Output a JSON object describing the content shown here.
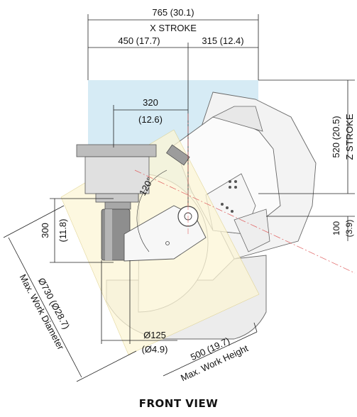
{
  "view_title": "FRONT VIEW",
  "dimensions": {
    "x_stroke_total": "765 (30.1)",
    "x_stroke_label": "X STROKE",
    "x_left": "450 (17.7)",
    "x_right": "315 (12.4)",
    "offset_top": "320",
    "offset_top_in": "(12.6)",
    "z_stroke_value": "520 (20.5)",
    "z_stroke_label": "Z STROKE",
    "z_bottom_value": "100",
    "z_bottom_in": "(3.9)",
    "height_left": "300",
    "height_left_in": "(11.8)",
    "tilt_angle": "120°",
    "work_diameter_value": "Ø730 (Ø28.7)",
    "work_diameter_label": "Max. Work Diameter",
    "table_diameter": "Ø125",
    "table_diameter_in": "(Ø4.9)",
    "work_height_value": "500 (19.7)",
    "work_height_label": "Max. Work Height"
  },
  "colors": {
    "stroke_zone": "#cfe8f3",
    "work_zone": "#fdf6d6",
    "machine_body": "#f2f2f2",
    "center_line": "#e06060"
  }
}
